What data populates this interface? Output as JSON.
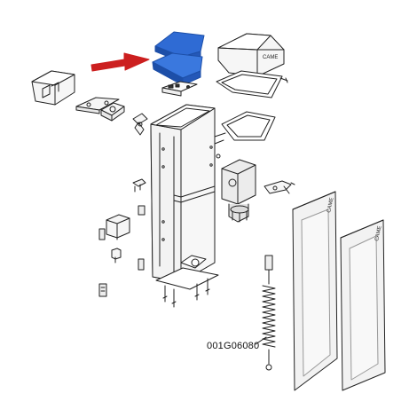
{
  "diagram": {
    "callouts": [
      {
        "part_number": "001G06080"
      }
    ],
    "brand_marks": [
      "CAME",
      "CAME",
      "CAME"
    ],
    "colors": {
      "highlight_fill": "#2f6bd4",
      "highlight_dark": "#1d4fa8",
      "arrow": "#cc1f1f",
      "line": "#222222",
      "part_fill": "#f6f6f6"
    },
    "icons": [
      "red-arrow-icon"
    ]
  }
}
